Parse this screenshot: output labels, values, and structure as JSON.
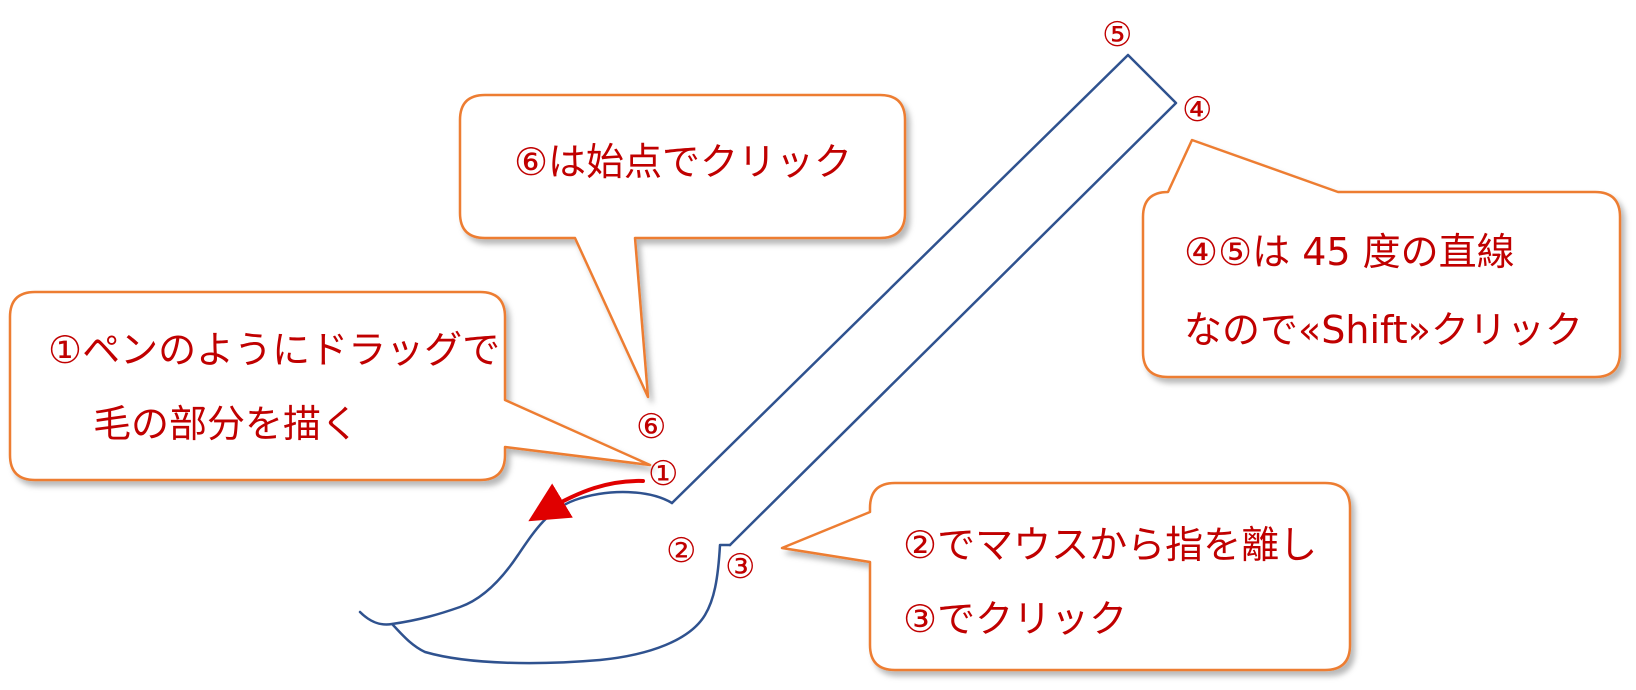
{
  "colors": {
    "bubble_border": "#ed7d31",
    "text": "#c00000",
    "brush_outline": "#2f528f",
    "arrow": "#e00000"
  },
  "markers": {
    "m1": "①",
    "m2": "②",
    "m3": "③",
    "m4": "④",
    "m5": "⑤",
    "m6": "⑥"
  },
  "callouts": {
    "start_point": {
      "line1": "⑥は始点でクリック"
    },
    "freehand": {
      "line1": "①ペンのようにドラッグで",
      "line2": "毛の部分を描く"
    },
    "angle45": {
      "line1": "④⑤は 45 度の直線",
      "line2": "なので«Shift»クリック"
    },
    "release": {
      "line1": "②でマウスから指を離し",
      "line2": "③でクリック"
    }
  }
}
